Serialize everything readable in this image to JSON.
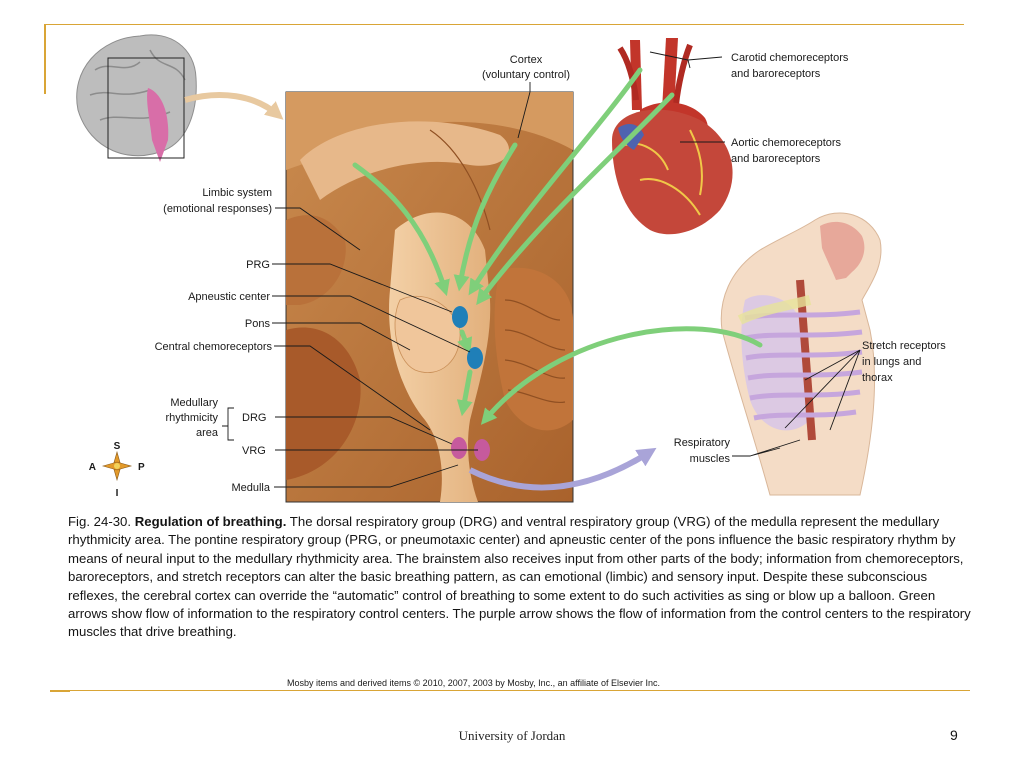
{
  "labels": {
    "cortex_1": "Cortex",
    "cortex_2": "(voluntary control)",
    "carotid_1": "Carotid chemoreceptors",
    "carotid_2": "and baroreceptors",
    "aortic_1": "Aortic chemoreceptors",
    "aortic_2": "and baroreceptors",
    "limbic_1": "Limbic system",
    "limbic_2": "(emotional responses)",
    "prg": "PRG",
    "apneustic": "Apneustic center",
    "pons": "Pons",
    "central": "Central chemoreceptors",
    "medullary_1": "Medullary",
    "medullary_2": "rhythmicity",
    "medullary_3": "area",
    "drg": "DRG",
    "vrg": "VRG",
    "medulla": "Medulla",
    "stretch_1": "Stretch receptors",
    "stretch_2": "in lungs and",
    "stretch_3": "thorax",
    "resp_1": "Respiratory",
    "resp_2": "muscles",
    "compass_s": "S",
    "compass_a": "A",
    "compass_p": "P",
    "compass_i": "I"
  },
  "caption": {
    "prefix": "Fig. 24-30. ",
    "title": "Regulation of breathing.",
    "body": " The dorsal respiratory group (DRG) and ventral respiratory group (VRG) of the medulla represent the medullary rhythmicity area. The pontine respiratory group (PRG, or pneumotaxic center) and apneustic center of the pons influence the basic respiratory rhythm by means of neural input to the medullary rhythmicity area. The brainstem also receives input from other parts of the body; information from chemoreceptors, baroreceptors, and stretch receptors can alter the basic breathing pattern, as can emotional (limbic) and sensory input. Despite these subconscious reflexes, the cerebral cortex can override the “automatic” control of breathing to some extent to do such activities as sing or blow up a balloon. Green arrows show flow of information to the respiratory control centers. The purple arrow shows the flow of information from the control centers to the respiratory muscles that drive breathing."
  },
  "credit": "Mosby items and derived items © 2010, 2007, 2003 by Mosby, Inc., an affiliate of Elsevier Inc.",
  "footer": "University of Jordan",
  "page_number": "9",
  "colors": {
    "accent": "#d9a536",
    "green_arrow": "#7fcf7a",
    "purple_arrow": "#a9a4d8",
    "node_blue": "#1f7fb8",
    "node_pink": "#c65a9d"
  }
}
